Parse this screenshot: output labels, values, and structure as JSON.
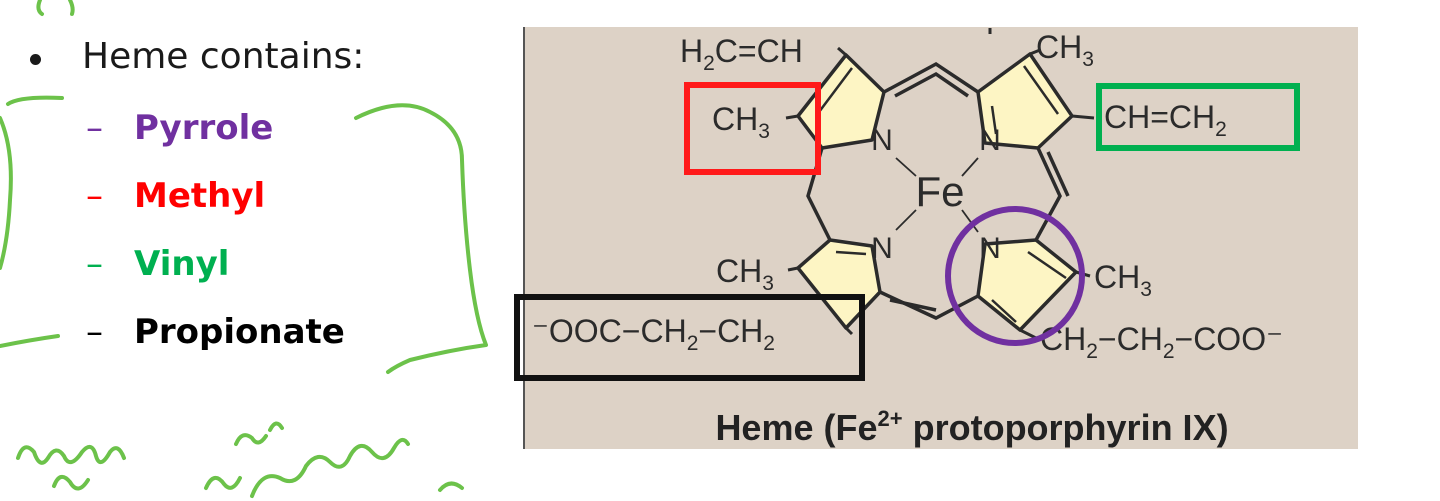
{
  "bullet": {
    "label": "Heme contains:",
    "items": [
      {
        "dash": "–",
        "label": "Pyrrole",
        "color": "#7030a0"
      },
      {
        "dash": "–",
        "label": "Methyl",
        "color": "#ff0000"
      },
      {
        "dash": "–",
        "label": "Vinyl",
        "color": "#00b050"
      },
      {
        "dash": "–",
        "label": "Propionate",
        "color": "#000000"
      }
    ]
  },
  "figure": {
    "caption_pre": "Heme (Fe",
    "caption_sup": "2+",
    "caption_post": " protoporphyrin IX)",
    "background": "#ddd2c6",
    "ring_fill": "#fdf5c4",
    "metal": "Fe",
    "n_label": "N",
    "ch3": "CH",
    "sub3": "3",
    "h2c_a": "H",
    "h2c_sub": "2",
    "h2c_b": "C=CH",
    "vinyl_a": "CH=CH",
    "vinyl_sub": "2",
    "prop_left_a": "⁻OOC−CH",
    "prop_left_sub1": "2",
    "prop_left_b": "−CH",
    "prop_left_sub2": "2",
    "prop_right_a": "CH",
    "prop_right_sub1": "2",
    "prop_right_b": "−CH",
    "prop_right_sub2": "2",
    "prop_right_c": "−COO⁻"
  },
  "highlights": {
    "methyl_box_color": "#ff1a1a",
    "vinyl_box_color": "#00b050",
    "propionate_box_color": "#111111",
    "pyrrole_circle_color": "#7030a0"
  },
  "annotations": {
    "ink_color": "#6cc24a"
  }
}
